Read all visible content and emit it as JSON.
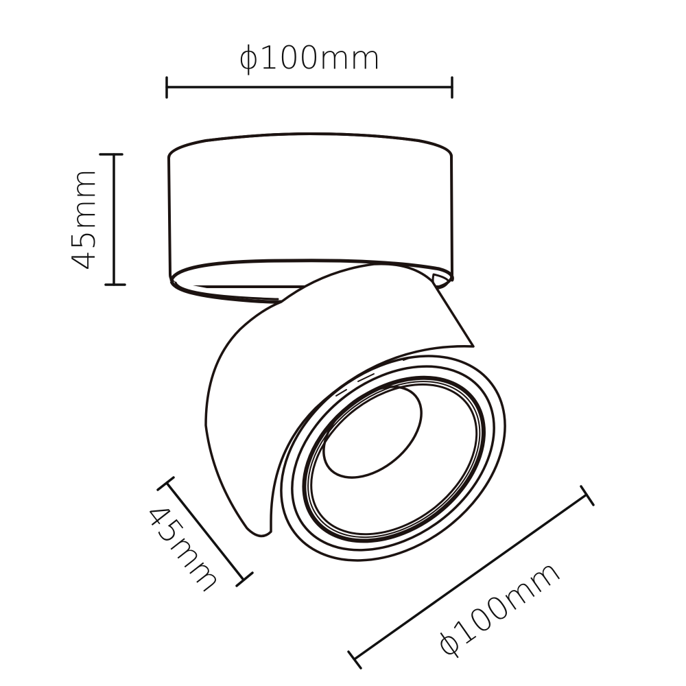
{
  "diagram": {
    "subject": "Surface-mounted rotatable LED downlight, dimension drawing",
    "colors": {
      "line": "#1c1311",
      "background": "#ffffff"
    },
    "dimensions": {
      "base_diameter": {
        "label": "ϕ100mm",
        "value": 100,
        "unit": "mm",
        "orientation": "horizontal"
      },
      "base_height": {
        "label": "45mm",
        "value": 45,
        "unit": "mm",
        "orientation": "vertical"
      },
      "head_depth": {
        "label": "45mm",
        "value": 45,
        "unit": "mm",
        "orientation": "diagonal"
      },
      "head_diameter": {
        "label": "ϕ100mm",
        "value": 100,
        "unit": "mm",
        "orientation": "diagonal"
      }
    },
    "parts": [
      "base-cylinder",
      "tilting-head",
      "front-bezel-rings",
      "lens"
    ]
  }
}
